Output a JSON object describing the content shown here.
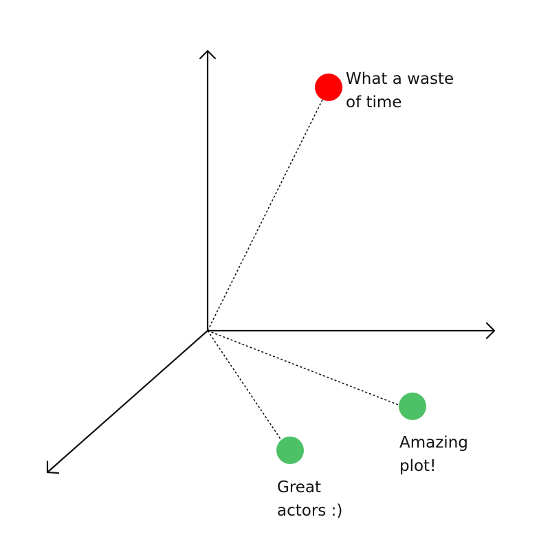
{
  "points": [
    {
      "id": "waste",
      "lines": [
        "What a waste",
        "of time"
      ],
      "color": "#ff0000"
    },
    {
      "id": "amazing",
      "lines": [
        "Amazing",
        "plot!"
      ],
      "color": "#4cc165"
    },
    {
      "id": "great",
      "lines": [
        "Great",
        "actors :)"
      ],
      "color": "#4cc165"
    }
  ]
}
